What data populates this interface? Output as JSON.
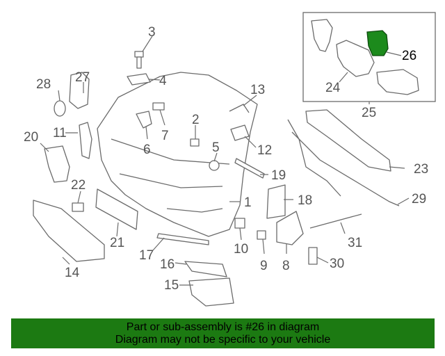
{
  "diagram": {
    "callouts": {
      "c1": "1",
      "c2": "2",
      "c3": "3",
      "c4": "4",
      "c5": "5",
      "c6": "6",
      "c7": "7",
      "c8": "8",
      "c9": "9",
      "c10": "10",
      "c11": "11",
      "c12": "12",
      "c13": "13",
      "c14": "14",
      "c15": "15",
      "c16": "16",
      "c17": "17",
      "c18": "18",
      "c19": "19",
      "c20": "20",
      "c21": "21",
      "c22": "22",
      "c23": "23",
      "c24": "24",
      "c25": "25",
      "c26": "26",
      "c27": "27",
      "c28": "28",
      "c29": "29",
      "c30": "30",
      "c31": "31"
    },
    "highlighted_part": "26",
    "highlight_color": "#1c8a1c"
  },
  "banner": {
    "line1": "Part or sub-assembly is #26 in diagram",
    "line2": "Diagram may not be specific to your vehicle",
    "background": "#1c7a12"
  }
}
